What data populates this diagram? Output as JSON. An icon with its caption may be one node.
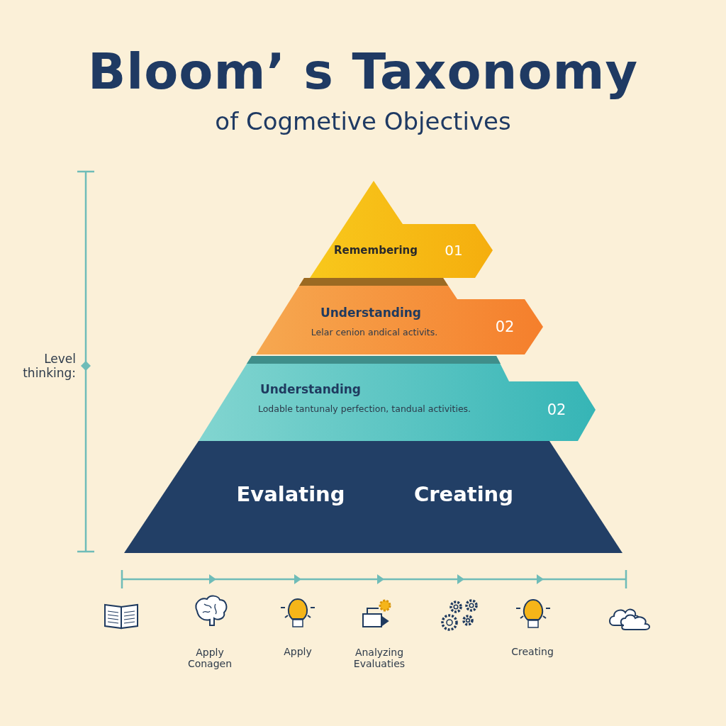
{
  "diagram": {
    "title": "Bloom’ s Taxonomy",
    "nodes": [
      {
        "text": [
          "Remembering",
          "01"
        ]
      },
      {
        "text": [
          "Understanding",
          "Lelar cenion andical activits.",
          "02"
        ]
      },
      {
        "text": [
          "Understanding",
          "Lodable tantunaly perfection, tandual activities.",
          "02"
        ]
      },
      {
        "text": [
          "Evalating",
          "Creating"
        ]
      }
    ],
    "labels": [
      "of Cogmetive Objectives",
      "Level thinking:",
      "Apply Conagen",
      "Apply",
      "Analyzing Evaluaties",
      "Creating"
    ]
  }
}
